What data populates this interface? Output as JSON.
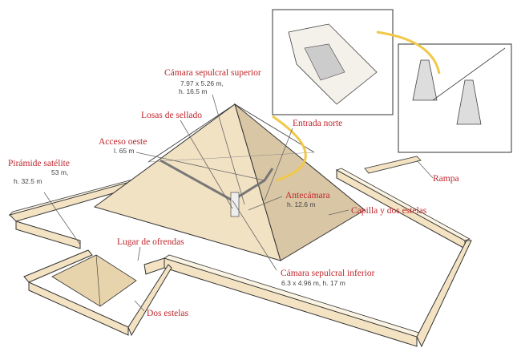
{
  "title": "Pirámide acodada - plano axonométrico",
  "labels": {
    "upper_chamber": {
      "name": "Cámara sepulcral superior",
      "dims": "7.97 x 5.26 m,",
      "height": "h. 16.5 m"
    },
    "sealing_slabs": {
      "name": "Losas de sellado"
    },
    "north_entrance": {
      "name": "Entrada norte"
    },
    "west_access": {
      "name": "Acceso oeste",
      "length": "l. 65 m"
    },
    "satellite_pyramid": {
      "name": "Pirámide satélite",
      "base": "53 m,",
      "height": "h. 32.5 m"
    },
    "ramp": {
      "name": "Rampa"
    },
    "antechamber": {
      "name": "Antecámara",
      "height": "h. 12.6 m"
    },
    "chapel": {
      "name": "Capilla y dos estelas"
    },
    "offering_place": {
      "name": "Lugar de ofrendas"
    },
    "lower_chamber": {
      "name": "Cámara sepulcral inferior",
      "dims": "6.3 x 4.96 m, h. 17 m"
    },
    "two_stelae": {
      "name": "Dos estelas"
    }
  },
  "colors": {
    "label": "#c0272d",
    "pyramid_light": "#f2e2c4",
    "pyramid_shade": "#d9c6a4",
    "arrow": "#f0c84a"
  }
}
